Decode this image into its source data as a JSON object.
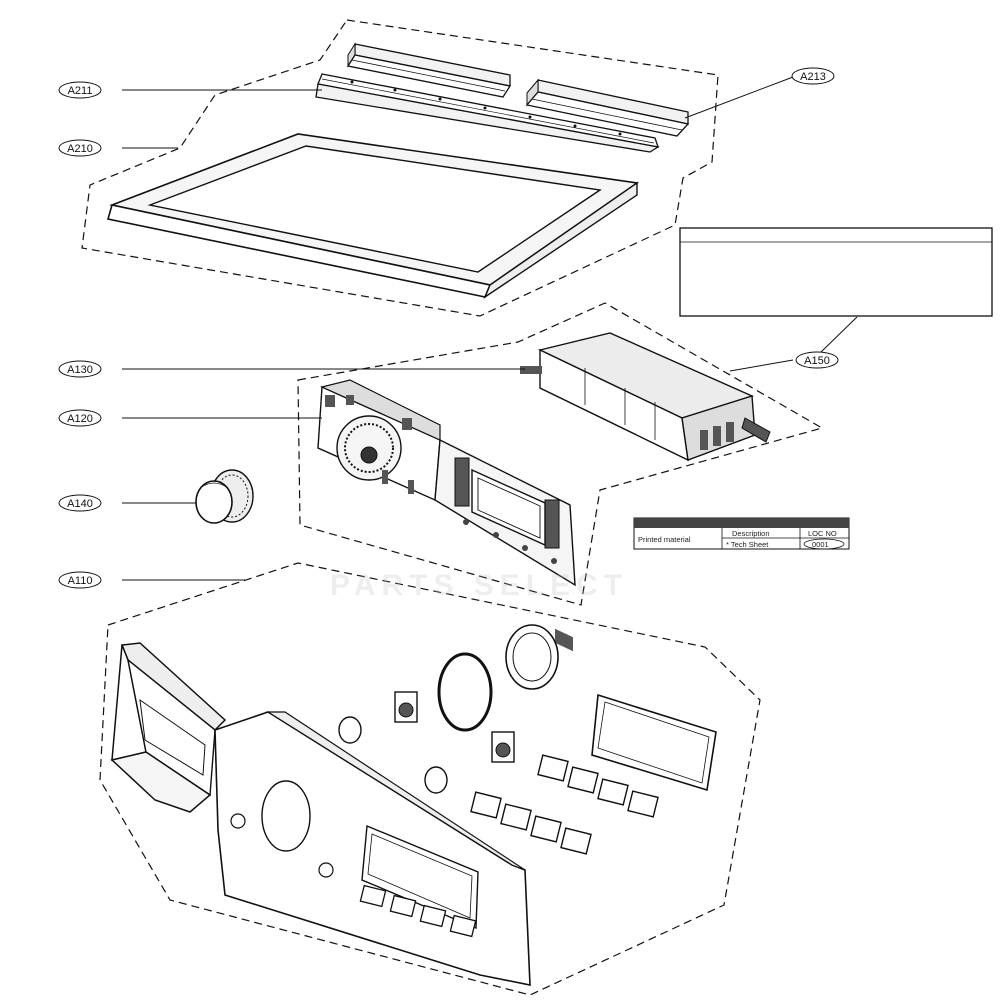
{
  "callouts": {
    "a211": "A211",
    "a213": "A213",
    "a210": "A210",
    "a130": "A130",
    "a150": "A150",
    "a120": "A120",
    "a140": "A140",
    "a110": "A110"
  },
  "material_table": {
    "row_label": "Printed material",
    "col_description": "Description",
    "col_loc_no": "LOC NO",
    "item_description": "* Tech Sheet",
    "item_loc": "0001"
  },
  "watermark": "PARTS SELECT",
  "colors": {
    "line": "#111111",
    "panel_fill": "#f2f2f2",
    "dark_fill": "#555555",
    "table_header": "#444444"
  }
}
